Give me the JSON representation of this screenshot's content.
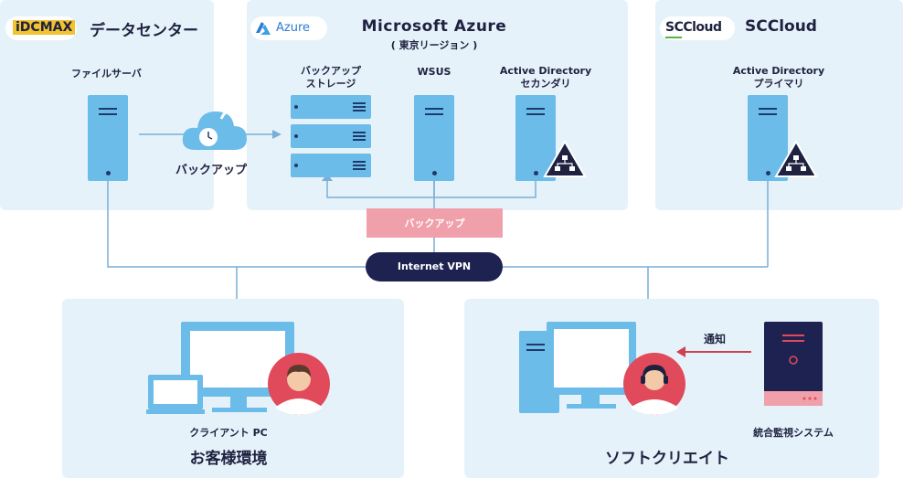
{
  "datacenter": {
    "logo_text": "iDCMAX",
    "title": "データセンター",
    "file_server_label": "ファイルサーバ",
    "backup_label": "バックアップ"
  },
  "azure": {
    "logo_text": "Azure",
    "title": "Microsoft Azure",
    "region": "( 東京リージョン )",
    "backup_storage_label": "バックアップ\nストレージ",
    "wsus_label": "WSUS",
    "ad_secondary_label": "Active Directory\nセカンダリ",
    "backup_box_label": "バックアップ"
  },
  "sccloud": {
    "logo_text": "SCCloud",
    "title": "SCCloud",
    "ad_primary_label": "Active Directory\nプライマリ"
  },
  "network": {
    "vpn_label": "Internet VPN"
  },
  "customer": {
    "client_pc_label": "クライアント PC",
    "title": "お客様環境"
  },
  "softcreate": {
    "title": "ソフトクリエイト",
    "notify_label": "通知",
    "monitor_label": "統合監視システム"
  },
  "colors": {
    "panel": "#e6f2fa",
    "server": "#6cbcea",
    "navy": "#1e2240",
    "line": "#7aaed4",
    "accent_pink": "#f0a0aa",
    "notify_red": "#d04050"
  }
}
